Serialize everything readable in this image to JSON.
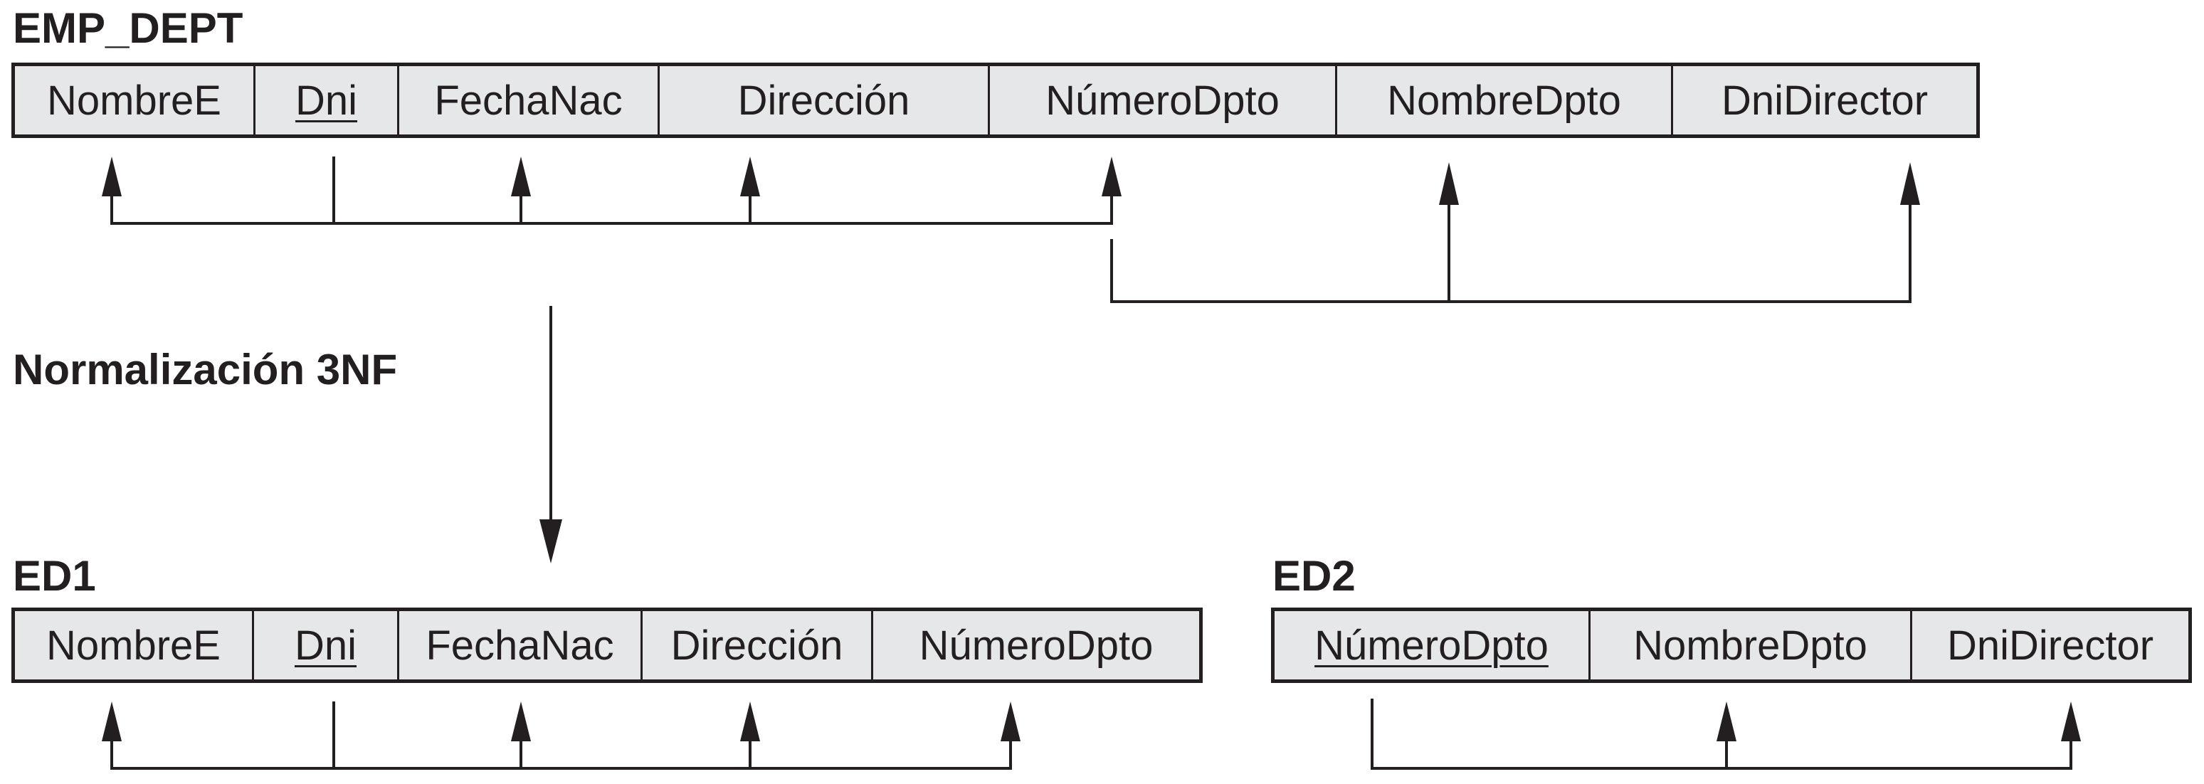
{
  "relations": {
    "emp_dept": {
      "name": "EMP_DEPT",
      "attributes": [
        "NombreE",
        "Dni",
        "FechaNac",
        "Dirección",
        "NúmeroDpto",
        "NombreDpto",
        "DniDirector"
      ],
      "key": "Dni"
    },
    "ed1": {
      "name": "ED1",
      "attributes": [
        "NombreE",
        "Dni",
        "FechaNac",
        "Dirección",
        "NúmeroDpto"
      ],
      "key": "Dni"
    },
    "ed2": {
      "name": "ED2",
      "attributes": [
        "NúmeroDpto",
        "NombreDpto",
        "DniDirector"
      ],
      "key": "NúmeroDpto"
    }
  },
  "transition_label": "Normalización 3NF",
  "dependencies": [
    {
      "relation": "EMP_DEPT",
      "from": "Dni",
      "to": [
        "NombreE",
        "FechaNac",
        "Dirección",
        "NúmeroDpto"
      ]
    },
    {
      "relation": "EMP_DEPT",
      "from": "NúmeroDpto",
      "to": [
        "NombreDpto",
        "DniDirector"
      ]
    },
    {
      "relation": "ED1",
      "from": "Dni",
      "to": [
        "NombreE",
        "FechaNac",
        "Dirección",
        "NúmeroDpto"
      ]
    },
    {
      "relation": "ED2",
      "from": "NúmeroDpto",
      "to": [
        "NombreDpto",
        "DniDirector"
      ]
    }
  ],
  "colors": {
    "stroke": "#231f20",
    "cell_fill": "#e6e7e8"
  }
}
